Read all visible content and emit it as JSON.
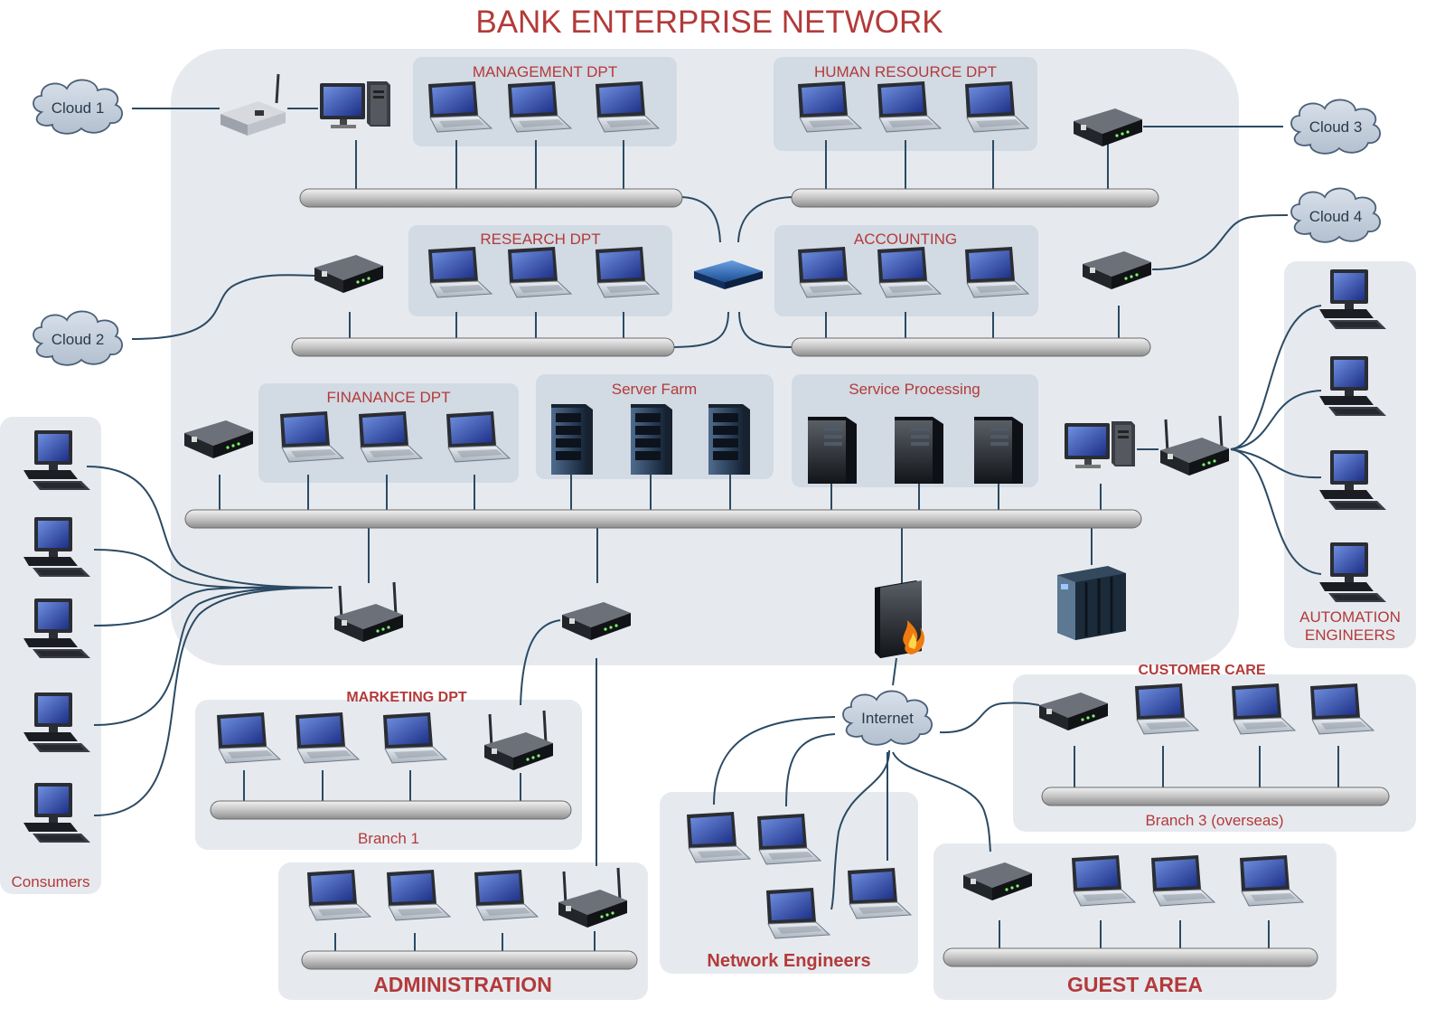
{
  "title": "BANK ENTERPRISE NETWORK",
  "groups": {
    "management": "MANAGEMENT DPT",
    "human_resource": "HUMAN RESOURCE DPT",
    "research": "RESEARCH DPT",
    "accounting": "ACCOUNTING",
    "finance": "FINANANCE DPT",
    "server_farm": "Server Farm",
    "service_processing": "Service Processing",
    "marketing": "MARKETING DPT",
    "branch1": "Branch 1",
    "administration": "ADMINISTRATION",
    "network_engineers": "Network Engineers",
    "customer_care": "CUSTOMER CARE",
    "branch3": "Branch 3 (overseas)",
    "guest_area": "GUEST AREA",
    "automation_line1": "AUTOMATION",
    "automation_line2": "ENGINEERS",
    "consumers": "Consumers"
  },
  "clouds": {
    "cloud1": "Cloud 1",
    "cloud2": "Cloud 2",
    "cloud3": "Cloud 3",
    "cloud4": "Cloud 4",
    "internet": "Internet"
  },
  "colors": {
    "title": "#b33a3a",
    "label": "#b33a3a",
    "backdrop": "#e6eaef",
    "panel": "#d2dae3",
    "bus": "#c9c9c9",
    "link": "#2b4a63"
  },
  "icons": [
    "laptop-icon",
    "desktop-icon",
    "workstation-icon",
    "router-icon",
    "wireless-router-icon",
    "switch-icon",
    "server-rack-icon",
    "server-tower-icon",
    "mainframe-icon",
    "firewall-icon",
    "cloud-icon",
    "wireless-access-point-icon"
  ]
}
